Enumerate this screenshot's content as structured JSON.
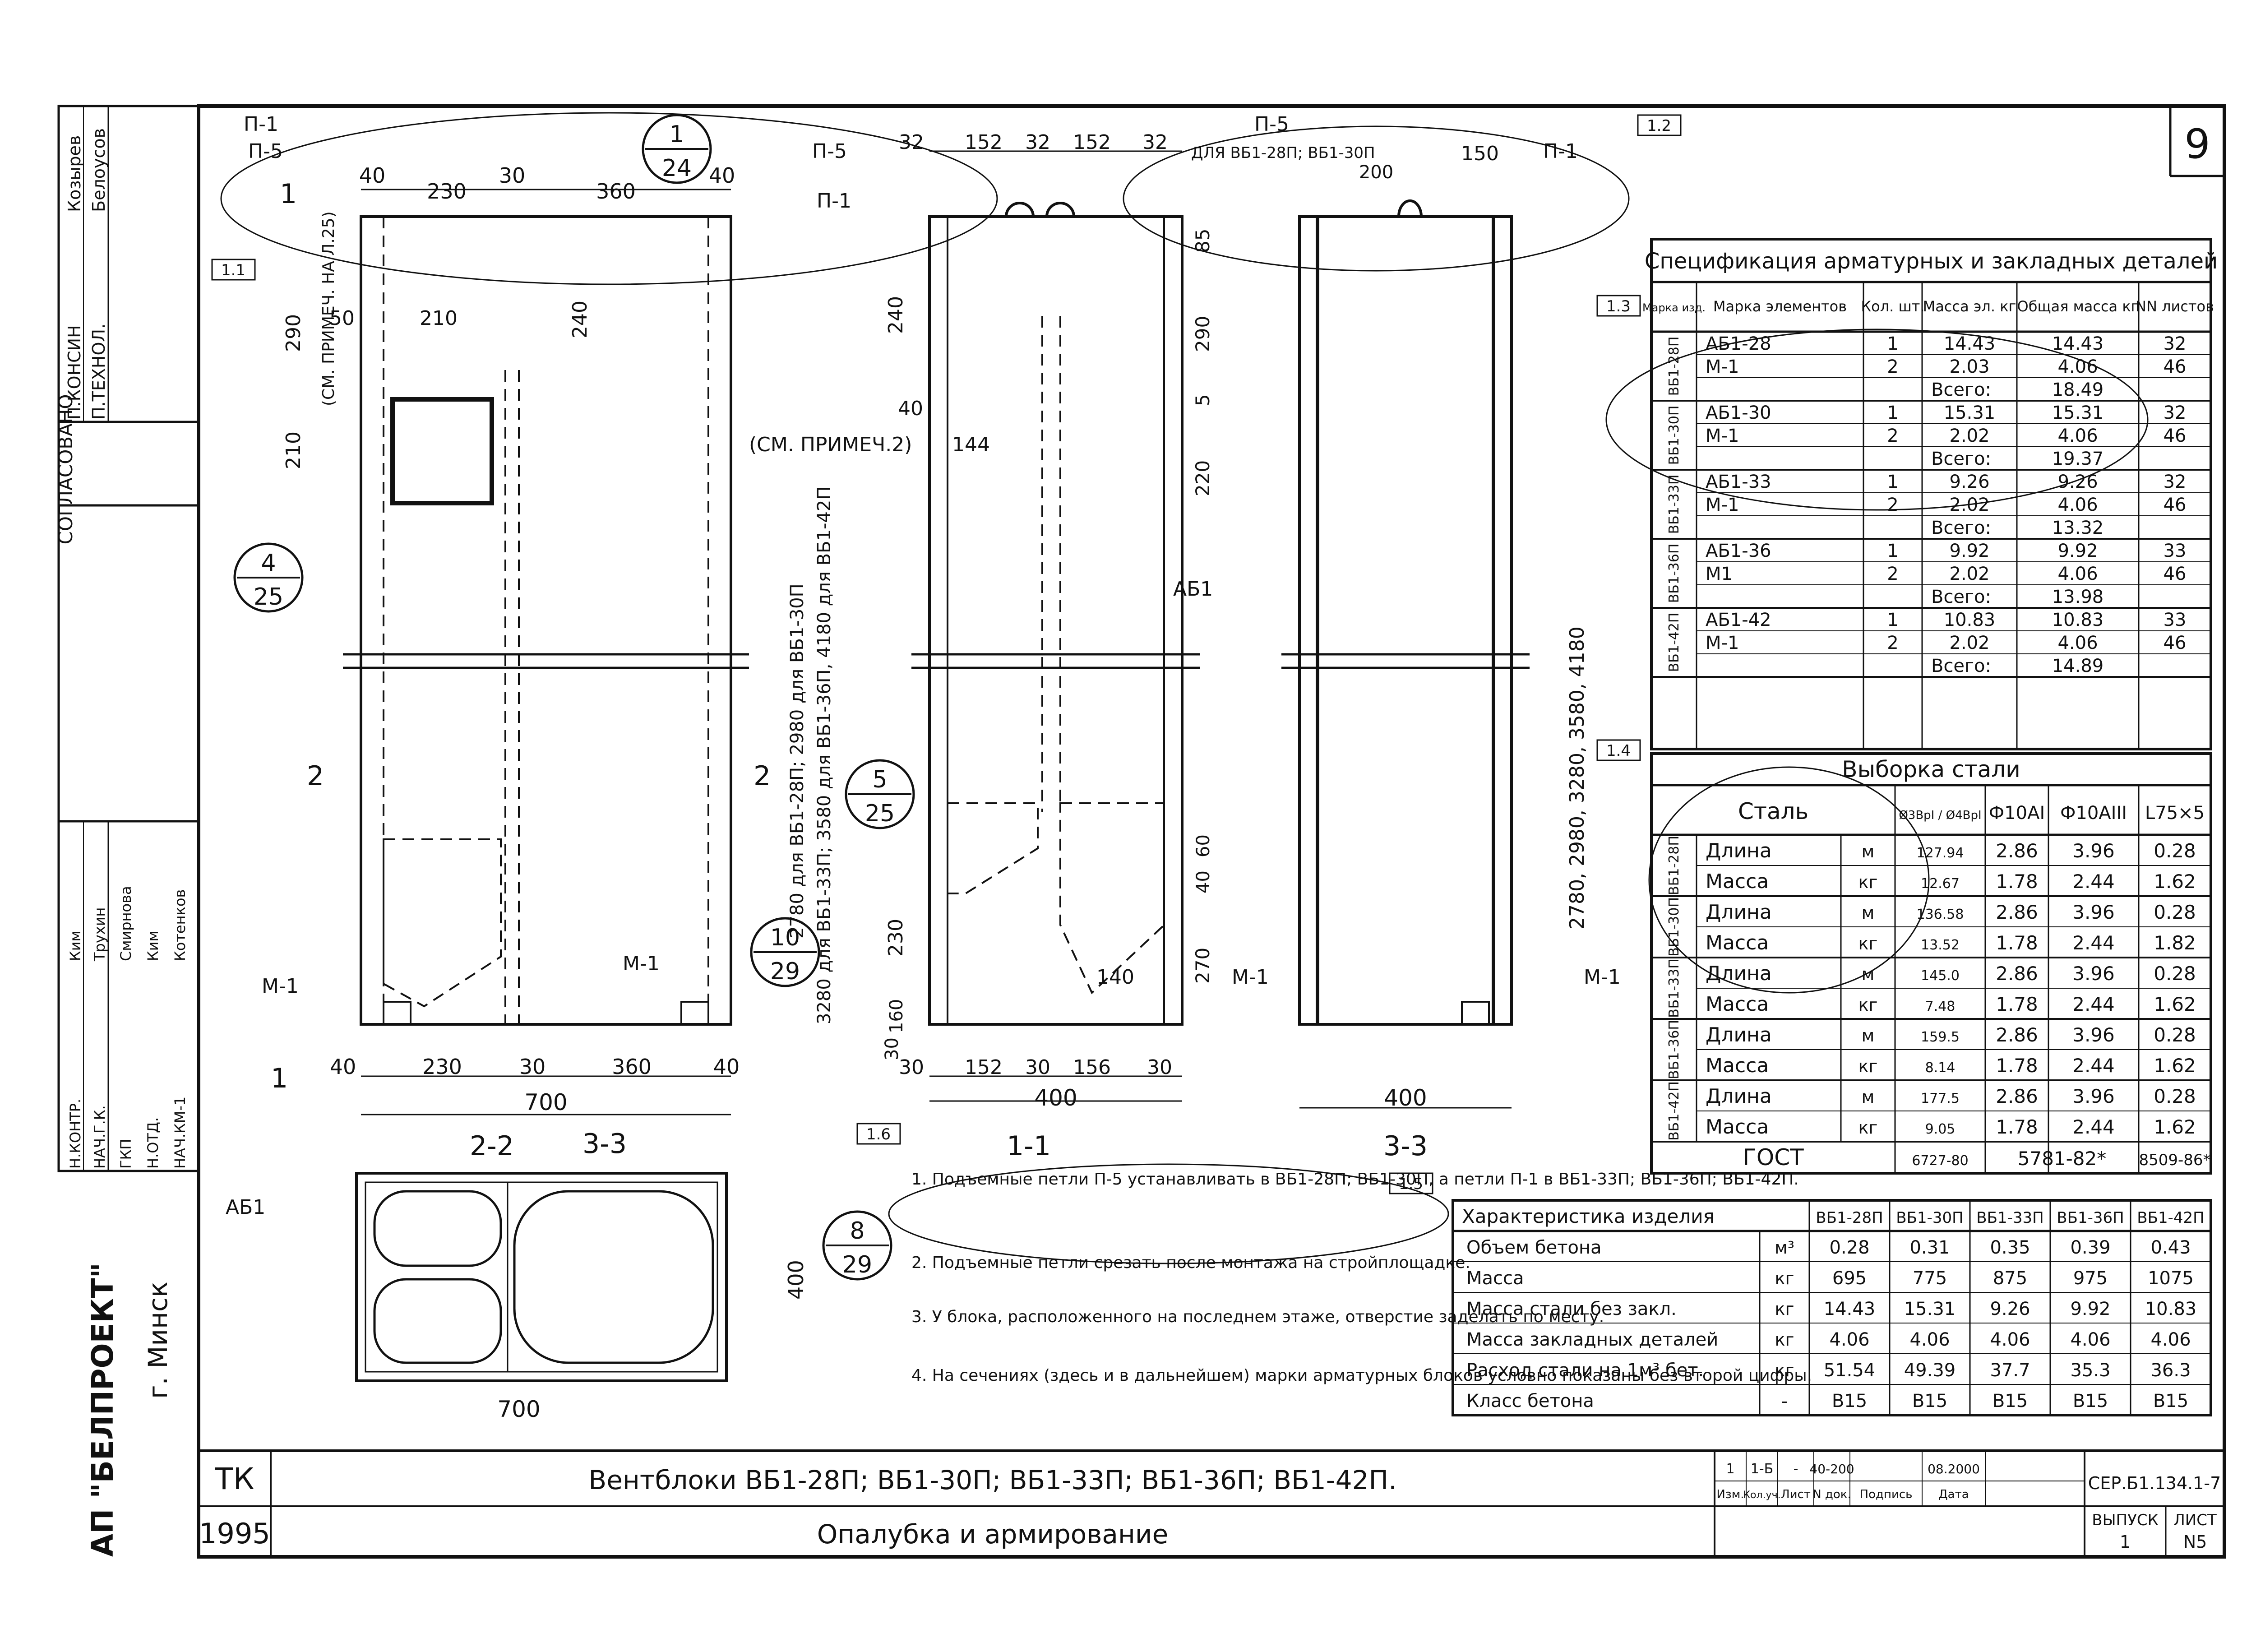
{
  "sheet": {
    "number": "9",
    "title_main": "Вентблоки ВБ1-28П; ВБ1-30П; ВБ1-33П; ВБ1-36П; ВБ1-42П.",
    "title_sub": "Опалубка и армирование",
    "org_code": "ТК",
    "year": "1995",
    "series": "СЕР.Б1.134.1-7",
    "issue_label": "ВЫПУСК",
    "issue_value": "1",
    "sheet_label": "ЛИСТ",
    "sheet_value": "N5",
    "org_name": "АП \"БЕЛПРОЕКТ\"",
    "city": "г. Минск",
    "stamp": "СОГЛАСОВАНО",
    "rev_row": [
      "1",
      "1-Б",
      "-",
      "40-200",
      "",
      "08.2000"
    ],
    "rev_headers": [
      "Изм.",
      "Кол.уч.",
      "Лист",
      "N док.",
      "Подпись",
      "Дата"
    ]
  },
  "side_block": {
    "top_roles": [
      "П.КОНСИН",
      "П.ТЕХНОЛ."
    ],
    "top_names": [
      "Козырев",
      "Белоусов"
    ],
    "bottom_roles": [
      "Н.КОНТР.",
      "НАЧ.Г.К.",
      "ГКП",
      "Н.ОТД.",
      "НАЧ.КМ-1"
    ],
    "bottom_names": [
      "Ким",
      "Трухин",
      "Смирнова",
      "Ким",
      "Котенков"
    ]
  },
  "views": {
    "view_2_2": "2-2",
    "view_1_1": "1-1",
    "view_3_3": "3-3",
    "plan_3_3": "3-3",
    "dims_top_22": [
      "40",
      "230",
      "30",
      "360",
      "40"
    ],
    "dims_bottom_22": [
      "40",
      "230",
      "30",
      "360",
      "40"
    ],
    "overall_22": "700",
    "overall_11": "400",
    "overall_33": "400",
    "plan_width": "700",
    "plan_height": "400",
    "dims_top_11": [
      "32",
      "152",
      "32",
      "152",
      "32"
    ],
    "dims_bottom_11": [
      "30",
      "152",
      "30",
      "156",
      "30"
    ],
    "top_33": "150",
    "top_33_b": "200",
    "height_note_22": "2780 для ВБ1-28П; 2980 для ВБ1-30П",
    "height_note_22b": "3280 для ВБ1-33П; 3580 для ВБ1-36П, 4180 для ВБ1-42П",
    "height_note_33": "2780, 2980, 3280, 3580, 4180",
    "v_dims_22": [
      "290",
      "210",
      "240",
      "50",
      "210"
    ],
    "v_dims_11": [
      "240",
      "40",
      "144",
      "230",
      "30",
      "160",
      "140"
    ],
    "v_dims_11r": [
      "85",
      "290",
      "5",
      "220",
      "40",
      "60",
      "270"
    ],
    "see_note": "(СМ. ПРИМЕЧ.2)",
    "see_note2": "(СМ. ПРИМЕЧ. НА Л.25)",
    "labels": {
      "p1": "П-1",
      "p5": "П-5",
      "m1": "М-1",
      "ab1": "АБ1",
      "p5_note": "ДЛЯ ВБ1-28П; ВБ1-30П"
    },
    "callouts": [
      {
        "top": "1",
        "bottom": "24"
      },
      {
        "top": "4",
        "bottom": "25"
      },
      {
        "top": "5",
        "bottom": "25"
      },
      {
        "top": "10",
        "bottom": "29"
      },
      {
        "top": "8",
        "bottom": "29"
      }
    ],
    "tags": [
      "1.1",
      "1.2",
      "1.3",
      "1.4",
      "1.5",
      "1.6"
    ]
  },
  "spec_table": {
    "title": "Спецификация арматурных и закладных деталей",
    "headers": [
      "Марка изд.",
      "Марка элементов",
      "Кол. шт.",
      "Масса эл. кг",
      "Общая масса кг",
      "NN листов"
    ],
    "groups": [
      {
        "mark": "ВБ1-28П",
        "rows": [
          [
            "АБ1-28",
            "1",
            "14.43",
            "14.43",
            "32"
          ],
          [
            "М-1",
            "2",
            "2.03",
            "4.06",
            "46"
          ]
        ],
        "total": "18.49"
      },
      {
        "mark": "ВБ1-30П",
        "rows": [
          [
            "АБ1-30",
            "1",
            "15.31",
            "15.31",
            "32"
          ],
          [
            "М-1",
            "2",
            "2.02",
            "4.06",
            "46"
          ]
        ],
        "total": "19.37"
      },
      {
        "mark": "ВБ1-33П",
        "rows": [
          [
            "АБ1-33",
            "1",
            "9.26",
            "9.26",
            "32"
          ],
          [
            "М-1",
            "2",
            "2.02",
            "4.06",
            "46"
          ]
        ],
        "total": "13.32"
      },
      {
        "mark": "ВБ1-36П",
        "rows": [
          [
            "АБ1-36",
            "1",
            "9.92",
            "9.92",
            "33"
          ],
          [
            "М1",
            "2",
            "2.02",
            "4.06",
            "46"
          ]
        ],
        "total": "13.98"
      },
      {
        "mark": "ВБ1-42П",
        "rows": [
          [
            "АБ1-42",
            "1",
            "10.83",
            "10.83",
            "33"
          ],
          [
            "М-1",
            "2",
            "2.02",
            "4.06",
            "46"
          ]
        ],
        "total": "14.89"
      }
    ],
    "total_label": "Всего:"
  },
  "steel_table": {
    "title": "Выборка стали",
    "col_steel": "Сталь",
    "headers": [
      "Ø3ВрI / Ø4ВрI",
      "Ф10АI",
      "Ф10АIII",
      "L75×5"
    ],
    "rows": [
      {
        "mark": "ВБ1-28П",
        "name": "Длина",
        "unit": "м",
        "v": [
          "127.94",
          "2.86",
          "3.96",
          "0.28"
        ]
      },
      {
        "mark": "",
        "name": "Масса",
        "unit": "кг",
        "v": [
          "12.67",
          "1.78",
          "2.44",
          "1.62"
        ]
      },
      {
        "mark": "ВБ1-30П",
        "name": "Длина",
        "unit": "м",
        "v": [
          "136.58",
          "2.86",
          "3.96",
          "0.28"
        ]
      },
      {
        "mark": "",
        "name": "Масса",
        "unit": "кг",
        "v": [
          "13.52",
          "1.78",
          "2.44",
          "1.82"
        ]
      },
      {
        "mark": "ВБ1-33П",
        "name": "Длина",
        "unit": "м",
        "v": [
          "145.0",
          "2.86",
          "3.96",
          "0.28"
        ]
      },
      {
        "mark": "",
        "name": "Масса",
        "unit": "кг",
        "v": [
          "7.48",
          "1.78",
          "2.44",
          "1.62"
        ]
      },
      {
        "mark": "ВБ1-36П",
        "name": "Длина",
        "unit": "м",
        "v": [
          "159.5",
          "2.86",
          "3.96",
          "0.28"
        ]
      },
      {
        "mark": "",
        "name": "Масса",
        "unit": "кг",
        "v": [
          "8.14",
          "1.78",
          "2.44",
          "1.62"
        ]
      },
      {
        "mark": "ВБ1-42П",
        "name": "Длина",
        "unit": "м",
        "v": [
          "177.5",
          "2.86",
          "3.96",
          "0.28"
        ]
      },
      {
        "mark": "",
        "name": "Масса",
        "unit": "кг",
        "v": [
          "9.05",
          "1.78",
          "2.44",
          "1.62"
        ]
      }
    ],
    "gost_label": "ГОСТ",
    "gost": [
      "6727-80",
      "5781-82*",
      "8509-86*"
    ]
  },
  "char_table": {
    "title": "Характеристика изделия",
    "cols": [
      "ВБ1-28П",
      "ВБ1-30П",
      "ВБ1-33П",
      "ВБ1-36П",
      "ВБ1-42П"
    ],
    "rows": [
      {
        "name": "Объем бетона",
        "unit": "м³",
        "v": [
          "0.28",
          "0.31",
          "0.35",
          "0.39",
          "0.43"
        ]
      },
      {
        "name": "Масса",
        "unit": "кг",
        "v": [
          "695",
          "775",
          "875",
          "975",
          "1075"
        ]
      },
      {
        "name": "Масса стали без закл.",
        "unit": "кг",
        "v": [
          "14.43",
          "15.31",
          "9.26",
          "9.92",
          "10.83"
        ]
      },
      {
        "name": "Масса закладных деталей",
        "unit": "кг",
        "v": [
          "4.06",
          "4.06",
          "4.06",
          "4.06",
          "4.06"
        ]
      },
      {
        "name": "Расход стали на 1м³ бет.",
        "unit": "кг",
        "v": [
          "51.54",
          "49.39",
          "37.7",
          "35.3",
          "36.3"
        ]
      },
      {
        "name": "Класс бетона",
        "unit": "-",
        "v": [
          "B15",
          "B15",
          "B15",
          "B15",
          "B15"
        ]
      }
    ]
  },
  "notes": [
    "1. Подъемные петли П-5 устанавливать в ВБ1-28П; ВБ1-30П, а петли П-1 в ВБ1-33П; ВБ1-36П; ВБ1-42П.",
    "2. Подъемные петли срезать после монтажа на стройплощадке.",
    "3. У блока, расположенного на последнем этаже, отверстие заделать по месту.",
    "4. На сечениях (здесь и в дальнейшем) марки арматурных блоков условно показаны без второй цифры."
  ]
}
